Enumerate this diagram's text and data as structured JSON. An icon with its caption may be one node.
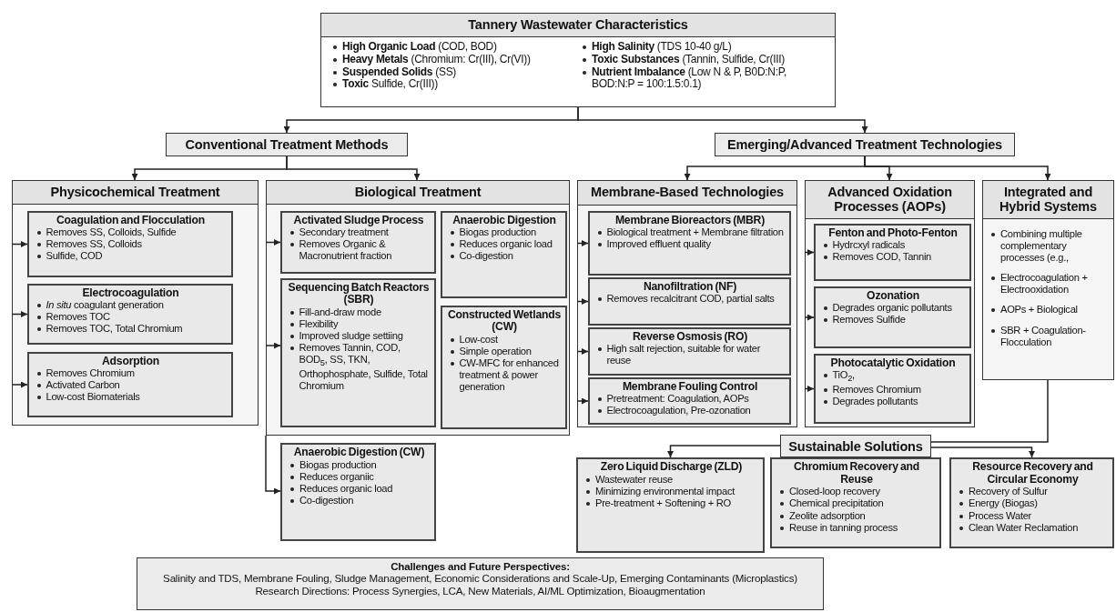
{
  "diagram": {
    "nodes": [
      {
        "text": [
          "Tannery Wastewater Characteristics",
          "**High Organic Load** (COD, BOD)",
          "**Heavy Metals** (Chromium: Cr(III), Cr(VI))",
          "**Suspended Solids** (SS)",
          "**Toxic** Sulfide, Cr(III))",
          "**High Salinity** (TDS 10-40 g/L)",
          "**Toxic Substances** (Tannin, Sulfide, Cr(III)",
          "**Nutrient Imbalance** (Low N & P, B0D:N:P, BOD:N:P = 100:1.5:0.1)"
        ]
      },
      {
        "text": [
          "Conventional Treatment Methods"
        ]
      },
      {
        "text": [
          "Emerging/Advanced Treatment Technologies"
        ]
      },
      {
        "text": [
          "Physicochemical Treatment"
        ]
      },
      {
        "text": [
          "Coagulation and Flocculation",
          "Removes SS, Colloids, Sulfide",
          "Removes SS, Colloids",
          "Sulfide, COD"
        ],
        "in": 3
      },
      {
        "text": [
          "Electrocoagulation",
          "*In situ* coagulant generation",
          "Removes TOC",
          "Removes TOC, Total Chromium"
        ],
        "in": 3
      },
      {
        "text": [
          "Adsorption",
          "Removes Chromium",
          "Activated Carbon",
          "Low-cost Biomaterials"
        ],
        "in": 3
      },
      {
        "text": [
          "Biological Treatment"
        ]
      },
      {
        "text": [
          "Activated Sludge Process",
          "Secondary treatment",
          "Removes Organic & Macronutrient fraction"
        ],
        "in": 7
      },
      {
        "text": [
          "Anaerobic Digestion",
          "Biogas production",
          "Reduces organic load",
          "Co-digestion"
        ],
        "in": 7
      },
      {
        "text": [
          "Sequencing Batch Reactors (SBR)",
          "Fill-and-draw mode",
          "Flexibility",
          "Improved sludge settiing",
          "Removes Tannin, COD, BOD$_{5}$, SS, TKN, Orthophosphate, Sulfide, Total Chromium"
        ],
        "in": 7
      },
      {
        "text": [
          "Constructed Wetlands (CW)",
          "Low-cost",
          "Simple operation",
          "CW-MFC for enhanced treatment & power generation"
        ],
        "in": 7
      },
      {
        "text": [
          "Anaerobic Digestion (CW)",
          "Biogas production",
          "Reduces organiic",
          "Reduces organic load",
          "Co-digestion"
        ]
      },
      {
        "text": [
          "Membrane-Based Technologies"
        ]
      },
      {
        "text": [
          "Membrane Bioreactors (MBR)",
          "Biological treatment + Membrane filtration",
          "Improved effluent quality"
        ],
        "in": 13
      },
      {
        "text": [
          "Nanofiltration (NF)",
          "Removes recalcitrant COD, partial salts"
        ],
        "in": 13
      },
      {
        "text": [
          "Reverse Osmosis (RO)",
          "High salt rejection, suitable for water reuse"
        ],
        "in": 13
      },
      {
        "text": [
          "Membrane Fouling Control",
          "Pretreatment: Coagulation, AOPs",
          "Electrocoagulation, Pre-ozonation"
        ],
        "in": 13
      },
      {
        "text": [
          "Advanced Oxidation Processes (AOPs)"
        ]
      },
      {
        "text": [
          "Fenton and Photo-Fenton",
          "Hydrcxyl radicals",
          "Removes COD, Tannin"
        ],
        "in": 18
      },
      {
        "text": [
          "Ozonation",
          "Degrades organic pollutants",
          "Removes Sulfide"
        ],
        "in": 18
      },
      {
        "text": [
          "Photocatalytic Oxidation",
          "TiO$_{2}$,",
          "Removes Chromium",
          "Degrades pollutants"
        ],
        "in": 18
      },
      {
        "text": [
          "Integrated and Hybrid Systems",
          "Combining multiple complementary processes (e.g.,",
          "Electrocoagulation + Electrooxidation",
          "AOPs + Biological",
          "SBR + Coagulation-Flocculation"
        ]
      },
      {
        "text": [
          "Sustainable Solutions"
        ]
      },
      {
        "text": [
          "Zero Liquid Discharge (ZLD)",
          "Wastewater reuse",
          "Minimizing environmental impact",
          "Pre-treatment + Softening + RO"
        ]
      },
      {
        "text": [
          "Chromium Recovery and Reuse",
          "Closed-loop recovery",
          "Chemical precipitation",
          "Zeolite adsorption",
          "Reuse in tanning process"
        ]
      },
      {
        "text": [
          "Resource Recovery and Circular Economy",
          "Recovery of Sulfur",
          "Energy (Biogas)",
          "Process Water",
          "Clean Water Reclamation"
        ]
      },
      {
        "text": [
          "Challenges and Future Perspectives:",
          "Salinity and TDS, Membrane Fouling, Sludge Management, Economic Considerations and Scale-Up, Emerging Contaminants (Microplastics)",
          "Research Directions: Process Synergies, LCA, New Materials, AI/ML Optimization, Bioaugmentation"
        ]
      }
    ],
    "edges": [
      {
        "from": 0,
        "to": 1,
        "arrow": "to"
      },
      {
        "from": 0,
        "to": 2,
        "arrow": "to"
      },
      {
        "from": 1,
        "to": 3,
        "arrow": "to"
      },
      {
        "from": 1,
        "to": 7,
        "arrow": "to"
      },
      {
        "from": 2,
        "to": 13,
        "arrow": "to"
      },
      {
        "from": 2,
        "to": 18,
        "arrow": "to"
      },
      {
        "from": 2,
        "to": 22,
        "arrow": "to"
      },
      {
        "from": 3,
        "to": 4,
        "arrow": "to"
      },
      {
        "from": 3,
        "to": 5,
        "arrow": "to"
      },
      {
        "from": 3,
        "to": 6,
        "arrow": "to"
      },
      {
        "from": 7,
        "to": 8,
        "arrow": "to"
      },
      {
        "from": 7,
        "to": 10,
        "arrow": "to"
      },
      {
        "from": 7,
        "to": 12,
        "arrow": "to"
      },
      {
        "from": 13,
        "to": 14,
        "arrow": "to"
      },
      {
        "from": 13,
        "to": 15,
        "arrow": "to"
      },
      {
        "from": 13,
        "to": 16,
        "arrow": "to"
      },
      {
        "from": 13,
        "to": 17,
        "arrow": "to"
      },
      {
        "from": 18,
        "to": 19,
        "arrow": "to"
      },
      {
        "from": 18,
        "to": 20,
        "arrow": "to"
      },
      {
        "from": 18,
        "to": 21,
        "arrow": "to"
      },
      {
        "from": 22,
        "to": 23,
        "arrow": "none"
      },
      {
        "from": 23,
        "to": 24,
        "arrow": "to"
      },
      {
        "from": 23,
        "to": 26,
        "arrow": "to"
      }
    ]
  }
}
